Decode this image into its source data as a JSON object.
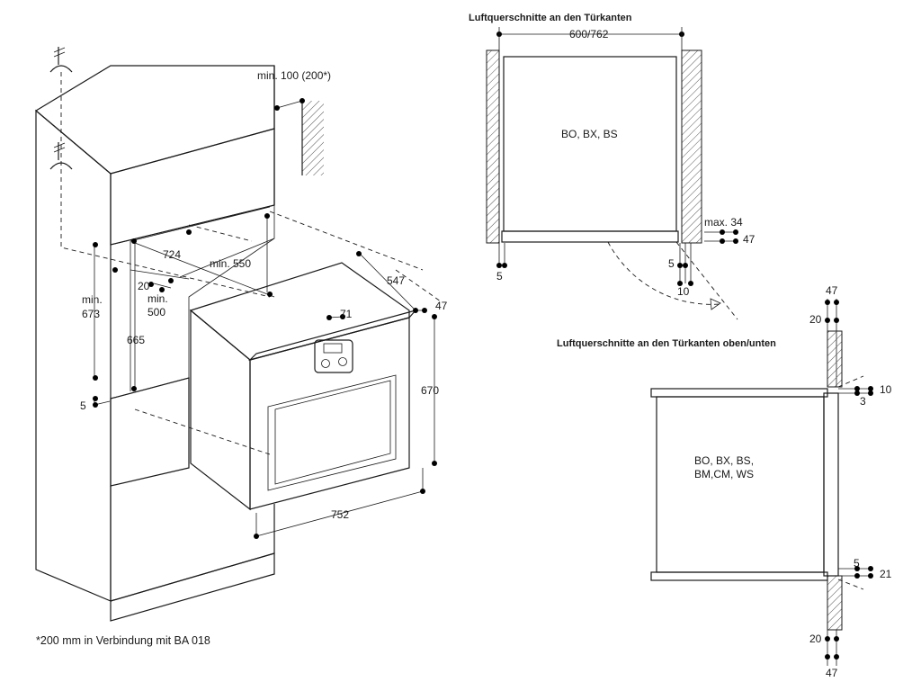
{
  "titles": {
    "door_edges": "Luftquerschnitte an den Türkanten",
    "door_edges_top_bottom": "Luftquerschnitte an den Türkanten oben/unten"
  },
  "footnote": "*200 mm in Verbindung mit BA 018",
  "main_dims": {
    "min100": "min. 100 (200*)",
    "d724": "724",
    "min550": "min. 550",
    "d547": "547",
    "d47": "47",
    "min673": "min.\n673",
    "d20": "20",
    "min500": "min.\n500",
    "d71": "71",
    "d665": "665",
    "d670": "670",
    "d5": "5",
    "d752": "752"
  },
  "top_view": {
    "width": "600/762",
    "models": "BO, BX, BS",
    "max34": "max. 34",
    "d47": "47",
    "d5_left": "5",
    "d5_right": "5",
    "d10": "10"
  },
  "side_view": {
    "models_line1": "BO, BX, BS,",
    "models_line2": "BM,CM, WS",
    "d47_top": "47",
    "d20_top": "20",
    "d10": "10",
    "d3": "3",
    "d5": "5",
    "d21": "21",
    "d20_bottom": "20",
    "d47_bottom": "47"
  }
}
